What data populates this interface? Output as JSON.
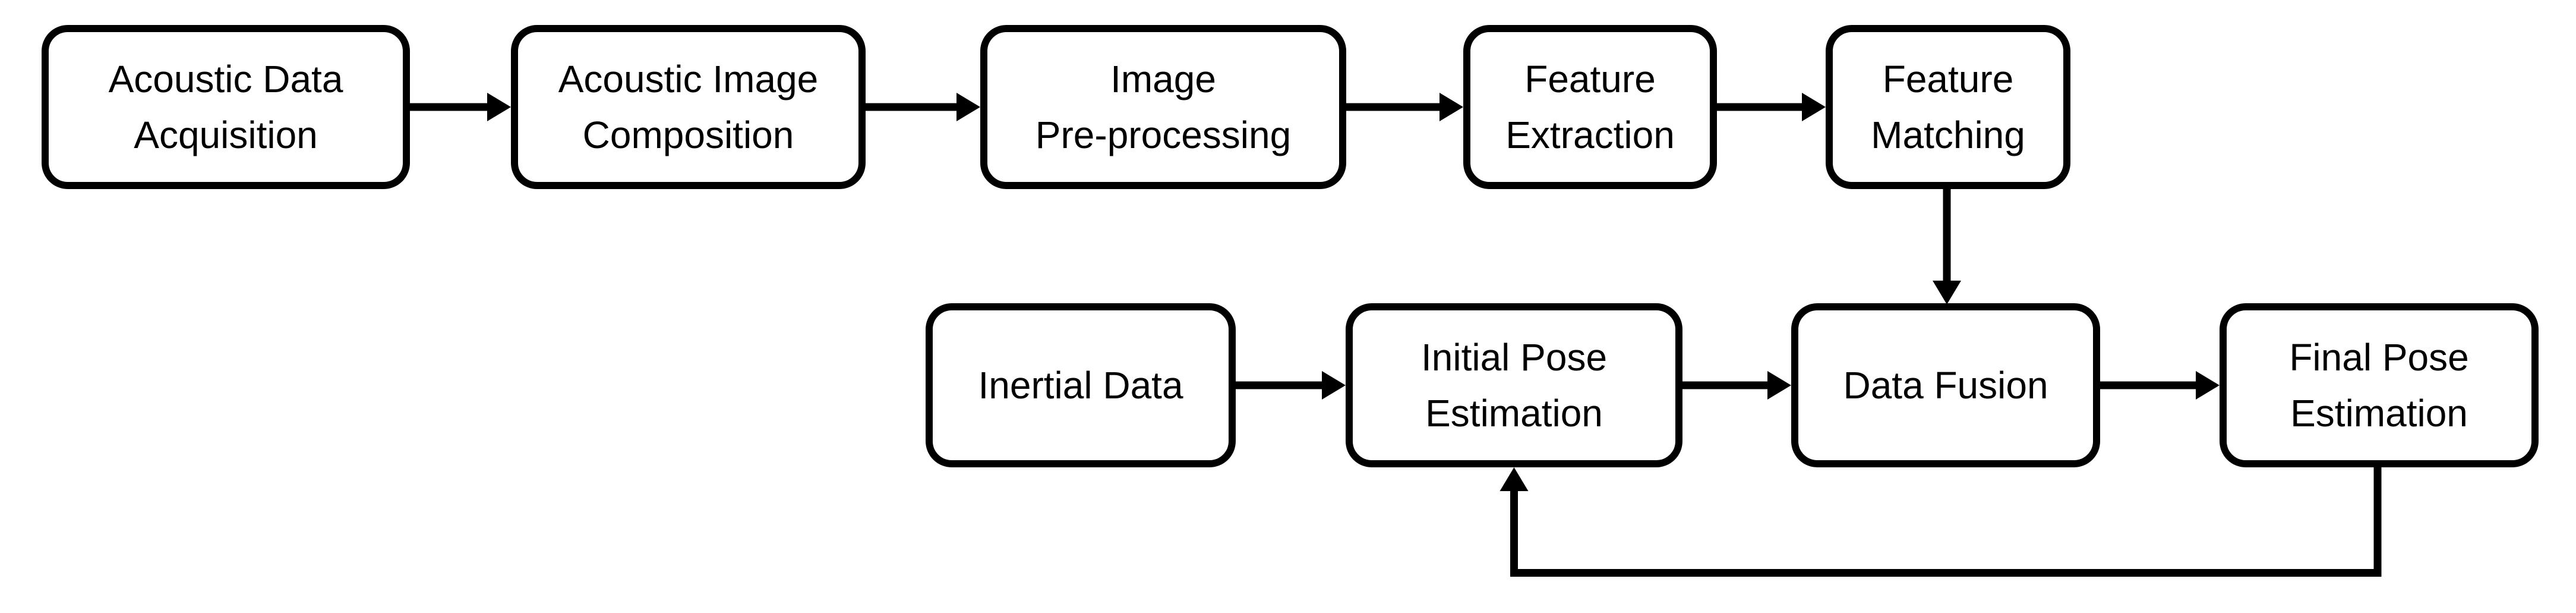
{
  "diagram": {
    "type": "flowchart",
    "background_color": "#ffffff",
    "line_color": "#000000",
    "box_fill_color": "#ffffff",
    "nodes": {
      "acoustic_data_acquisition": {
        "line1": "Acoustic Data",
        "line2": "Acquisition"
      },
      "acoustic_image_composition": {
        "line1": "Acoustic Image",
        "line2": "Composition"
      },
      "image_pre_processing": {
        "line1": "Image",
        "line2": "Pre-processing"
      },
      "feature_extraction": {
        "line1": "Feature",
        "line2": "Extraction"
      },
      "feature_matching": {
        "line1": "Feature",
        "line2": "Matching"
      },
      "inertial_data": {
        "line1": "Inertial Data"
      },
      "initial_pose_estimation": {
        "line1": "Initial Pose",
        "line2": "Estimation"
      },
      "data_fusion": {
        "line1": "Data Fusion"
      },
      "final_pose_estimation": {
        "line1": "Final Pose",
        "line2": "Estimation"
      }
    },
    "edges": [
      {
        "from": "acoustic_data_acquisition",
        "to": "acoustic_image_composition",
        "style": "arrow-right"
      },
      {
        "from": "acoustic_image_composition",
        "to": "image_pre_processing",
        "style": "arrow-right"
      },
      {
        "from": "image_pre_processing",
        "to": "feature_extraction",
        "style": "arrow-right"
      },
      {
        "from": "feature_extraction",
        "to": "feature_matching",
        "style": "arrow-right"
      },
      {
        "from": "feature_matching",
        "to": "data_fusion",
        "style": "arrow-down"
      },
      {
        "from": "inertial_data",
        "to": "initial_pose_estimation",
        "style": "arrow-right"
      },
      {
        "from": "initial_pose_estimation",
        "to": "data_fusion",
        "style": "arrow-right"
      },
      {
        "from": "data_fusion",
        "to": "final_pose_estimation",
        "style": "arrow-right"
      },
      {
        "from": "final_pose_estimation",
        "to": "initial_pose_estimation",
        "style": "feedback-loop-up"
      }
    ]
  }
}
